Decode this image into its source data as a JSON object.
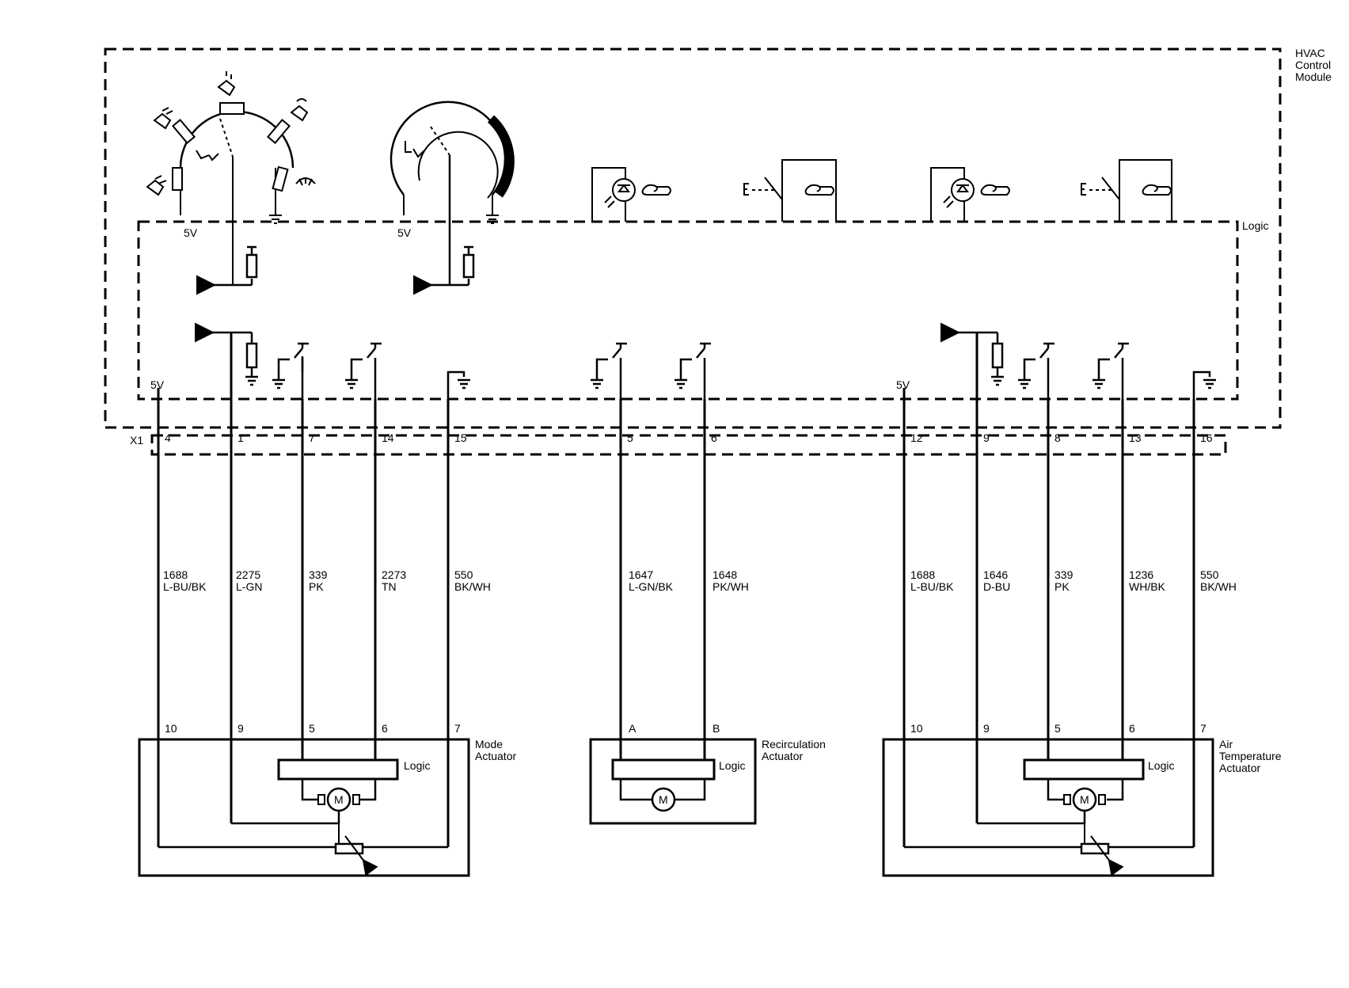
{
  "module": {
    "title_lines": [
      "HVAC",
      "Control",
      "Module"
    ],
    "logic_label": "Logic",
    "supply_label": "5V",
    "connector_label": "X1"
  },
  "module_pins": [
    "4",
    "1",
    "7",
    "14",
    "15",
    "5",
    "6",
    "12",
    "9",
    "8",
    "13",
    "16"
  ],
  "circuits": [
    {
      "number": "1688",
      "color": "L-BU/BK"
    },
    {
      "number": "2275",
      "color": "L-GN"
    },
    {
      "number": "339",
      "color": "PK"
    },
    {
      "number": "2273",
      "color": "TN"
    },
    {
      "number": "550",
      "color": "BK/WH"
    },
    {
      "number": "1647",
      "color": "L-GN/BK"
    },
    {
      "number": "1648",
      "color": "PK/WH"
    },
    {
      "number": "1688",
      "color": "L-BU/BK"
    },
    {
      "number": "1646",
      "color": "D-BU"
    },
    {
      "number": "339",
      "color": "PK"
    },
    {
      "number": "1236",
      "color": "WH/BK"
    },
    {
      "number": "550",
      "color": "BK/WH"
    }
  ],
  "actuators": [
    {
      "name_lines": [
        "Mode",
        "Actuator"
      ],
      "pins": [
        "10",
        "9",
        "5",
        "6",
        "7"
      ],
      "logic_label": "Logic",
      "motor_label": "M"
    },
    {
      "name_lines": [
        "Recirculation",
        "Actuator"
      ],
      "pins": [
        "A",
        "B"
      ],
      "logic_label": "Logic",
      "motor_label": "M"
    },
    {
      "name_lines": [
        "Air",
        "Temperature",
        "Actuator"
      ],
      "pins": [
        "10",
        "9",
        "5",
        "6",
        "7"
      ],
      "logic_label": "Logic",
      "motor_label": "M"
    }
  ],
  "icons": [
    "mode-selector-switch-icon",
    "temperature-dial-icon",
    "recirculation-indicator-icon",
    "recirculation-switch-icon"
  ]
}
